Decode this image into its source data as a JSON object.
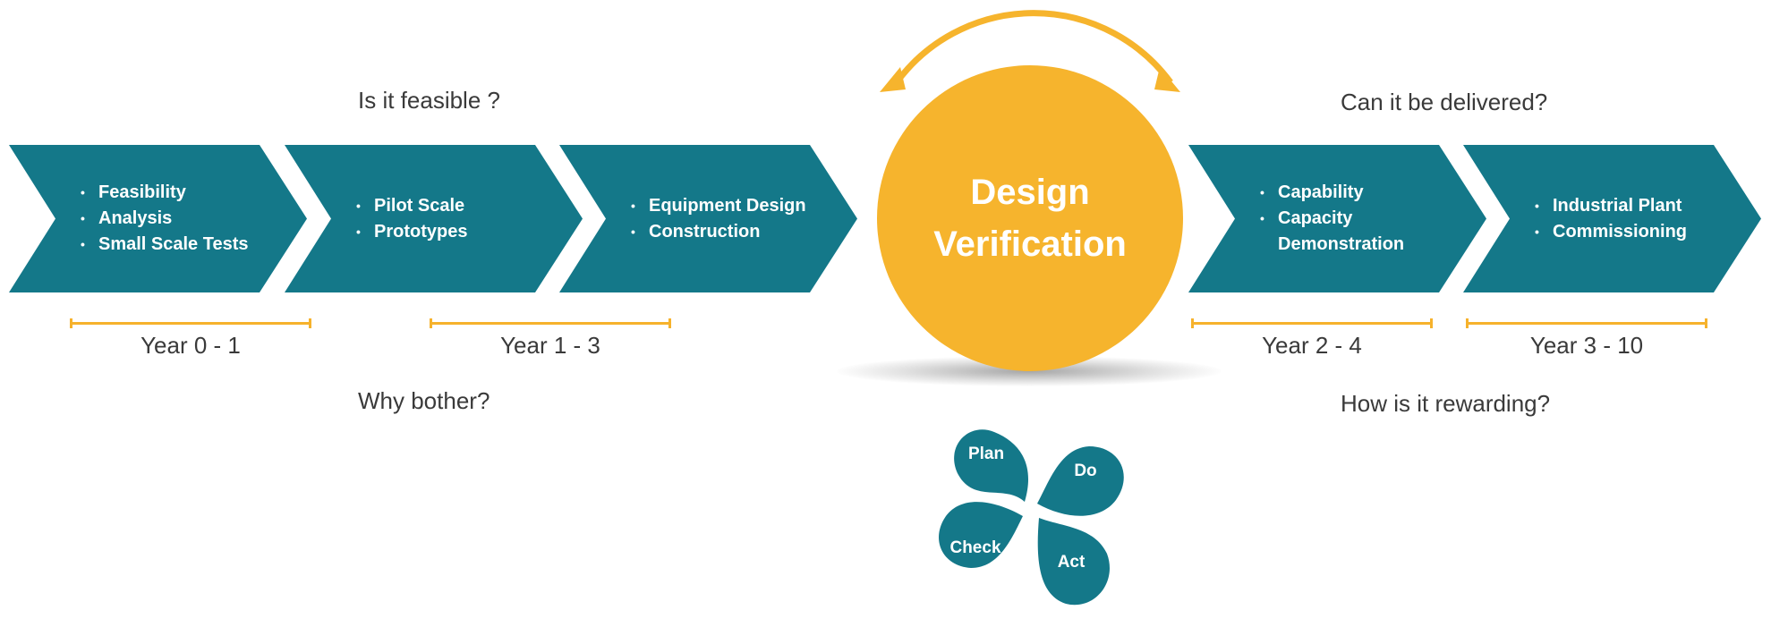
{
  "questions": {
    "feasible": "Is it feasible ?",
    "why": "Why bother?",
    "delivered": "Can it be delivered?",
    "rewarding": "How is it rewarding?"
  },
  "stages": [
    {
      "items": [
        "Feasibility",
        "Analysis",
        "Small Scale Tests"
      ]
    },
    {
      "items": [
        "Pilot Scale",
        "Prototypes"
      ]
    },
    {
      "items": [
        "Equipment Design",
        "Construction"
      ]
    },
    {
      "items": [
        "Capability",
        "Capacity",
        "Demonstration"
      ]
    },
    {
      "items": [
        "Industrial Plant",
        "Commissioning"
      ]
    }
  ],
  "timeline": [
    "Year 0 - 1",
    "Year 1 - 3",
    "Year 2 - 4",
    "Year 3 - 10"
  ],
  "center": {
    "line1": "Design",
    "line2": "Verification"
  },
  "cycle": {
    "plan": "Plan",
    "do": "Do",
    "check": "Check",
    "act": "Act"
  },
  "colors": {
    "teal": "#147889",
    "amber": "#f6b42d"
  }
}
